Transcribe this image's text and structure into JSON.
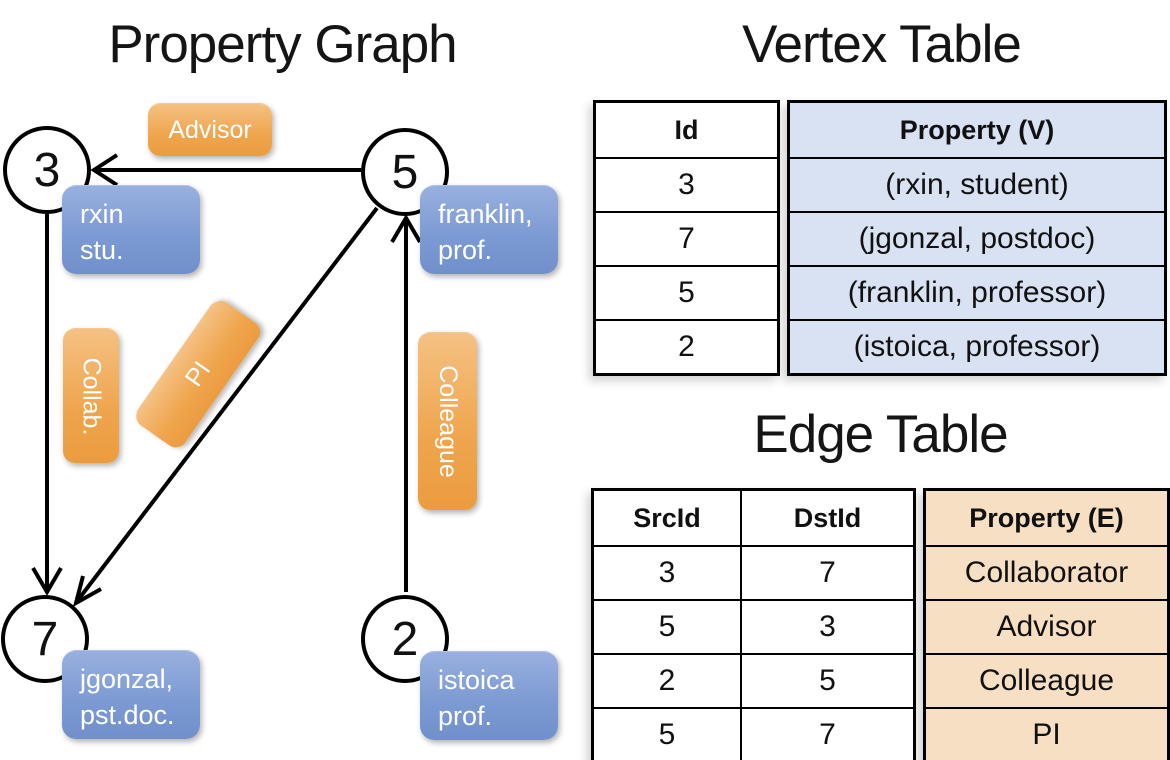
{
  "graph": {
    "title": "Property Graph",
    "nodes": [
      {
        "id": "3",
        "property_lines": [
          "rxin",
          "stu."
        ]
      },
      {
        "id": "5",
        "property_lines": [
          "franklin,",
          "prof."
        ]
      },
      {
        "id": "7",
        "property_lines": [
          "jgonzal,",
          "pst.doc."
        ]
      },
      {
        "id": "2",
        "property_lines": [
          "istoica",
          "prof."
        ]
      }
    ],
    "edges": [
      {
        "label": "Advisor",
        "from": "5",
        "to": "3"
      },
      {
        "label": "Collab.",
        "from": "3",
        "to": "7"
      },
      {
        "label": "PI",
        "from": "5",
        "to": "7"
      },
      {
        "label": "Colleague",
        "from": "2",
        "to": "5"
      }
    ]
  },
  "vertex_table": {
    "title": "Vertex Table",
    "headers": {
      "id": "Id",
      "property": "Property (V)"
    },
    "rows": [
      {
        "id": "3",
        "property": "(rxin, student)"
      },
      {
        "id": "7",
        "property": "(jgonzal, postdoc)"
      },
      {
        "id": "5",
        "property": "(franklin, professor)"
      },
      {
        "id": "2",
        "property": "(istoica, professor)"
      }
    ]
  },
  "edge_table": {
    "title": "Edge Table",
    "headers": {
      "src": "SrcId",
      "dst": "DstId",
      "property": "Property (E)"
    },
    "rows": [
      {
        "src": "3",
        "dst": "7",
        "property": "Collaborator"
      },
      {
        "src": "5",
        "dst": "3",
        "property": "Advisor"
      },
      {
        "src": "2",
        "dst": "5",
        "property": "Colleague"
      },
      {
        "src": "5",
        "dst": "7",
        "property": "PI"
      }
    ]
  },
  "colors": {
    "orange": "#efa54d",
    "orange-light": "#f5c183",
    "orange-dark": "#ec9c3f",
    "blue": "#7b99d2",
    "blue-light": "#98b0df",
    "blue-dark": "#7190cb",
    "vertex-cell-bg": "#d9e2f3",
    "edge-cell-bg": "#f7dfc3",
    "edge-stroke": "#000000"
  }
}
